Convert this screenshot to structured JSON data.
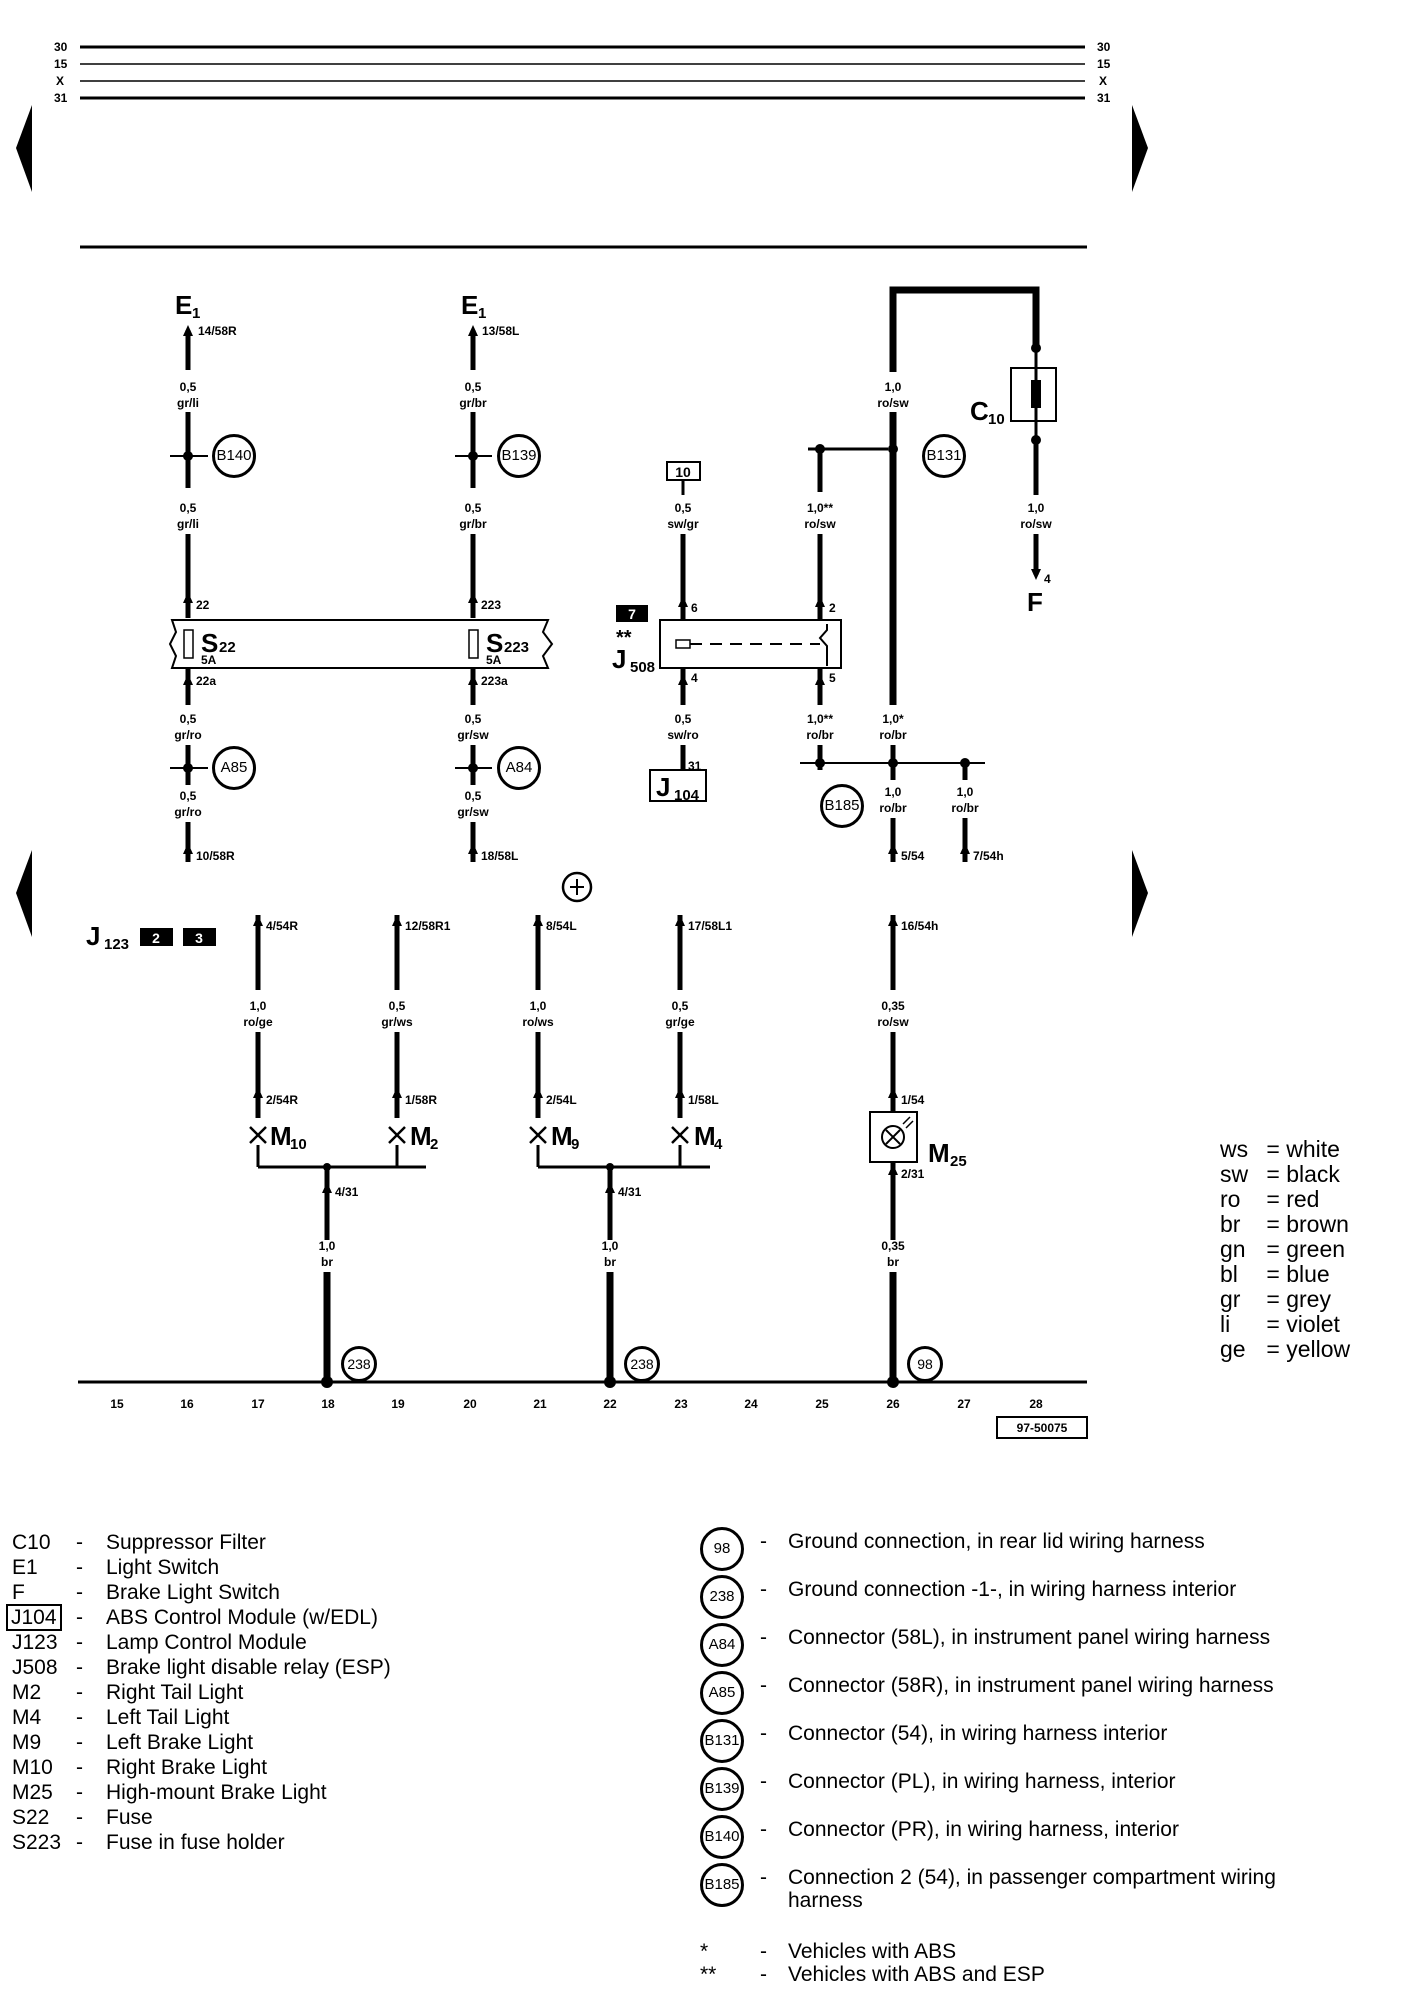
{
  "bus_labels": [
    "30",
    "15",
    "X",
    "31"
  ],
  "components": {
    "e1_a": {
      "name": "E",
      "sub": "1",
      "pin": "14/58R"
    },
    "e1_b": {
      "name": "E",
      "sub": "1",
      "pin": "13/58L"
    },
    "c10": {
      "name": "C",
      "sub": "10"
    },
    "f": {
      "name": "F",
      "pin": "4"
    },
    "s22": {
      "name": "S",
      "sub": "22",
      "rating": "5A",
      "pin_in": "22",
      "pin_out": "22a"
    },
    "s223": {
      "name": "S",
      "sub": "223",
      "rating": "5A",
      "pin_in": "223",
      "pin_out": "223a"
    },
    "j508": {
      "name": "J",
      "sub": "508",
      "marker": "**",
      "ref": "7",
      "pins": [
        "6",
        "2",
        "4",
        "5"
      ]
    },
    "j104": {
      "name": "J",
      "sub": "104",
      "pin": "31"
    },
    "j123": {
      "name": "J",
      "sub": "123",
      "refs": [
        "2",
        "3"
      ]
    },
    "ref_10": "10",
    "m10": {
      "name": "M",
      "sub": "10",
      "pin_top": "2/54R"
    },
    "m2": {
      "name": "M",
      "sub": "2",
      "pin_top": "1/58R"
    },
    "m9": {
      "name": "M",
      "sub": "9",
      "pin_top": "2/54L"
    },
    "m4": {
      "name": "M",
      "sub": "4",
      "pin_top": "1/58L"
    },
    "m25": {
      "name": "M",
      "sub": "25",
      "pin_top": "1/54",
      "pin_bottom": "2/31"
    }
  },
  "wires": {
    "w1_top": {
      "size": "0,5",
      "color": "gr/li"
    },
    "w1_mid": {
      "size": "0,5",
      "color": "gr/li"
    },
    "w1_bot": {
      "size": "0,5",
      "color": "gr/ro"
    },
    "w1_low": {
      "size": "0,5",
      "color": "gr/ro",
      "pin": "10/58R"
    },
    "w2_top": {
      "size": "0,5",
      "color": "gr/br"
    },
    "w2_mid": {
      "size": "0,5",
      "color": "gr/br"
    },
    "w2_bot": {
      "size": "0,5",
      "color": "gr/sw"
    },
    "w2_low": {
      "size": "0,5",
      "color": "gr/sw",
      "pin": "18/58L"
    },
    "w3_top": {
      "size": "0,5",
      "color": "sw/gr"
    },
    "w3_bot": {
      "size": "0,5",
      "color": "sw/ro"
    },
    "w4_top": {
      "size": "1,0**",
      "color": "ro/sw"
    },
    "w4_bot": {
      "size": "1,0**",
      "color": "ro/br"
    },
    "w5_top": {
      "size": "1,0",
      "color": "ro/sw"
    },
    "w5_bot": {
      "size": "1,0*",
      "color": "ro/br"
    },
    "w5_low": {
      "size": "1,0",
      "color": "ro/br",
      "pin": "5/54"
    },
    "w6_top": {
      "size": "1,0",
      "color": "ro/sw"
    },
    "w6_low": {
      "size": "1,0",
      "color": "ro/br",
      "pin": "7/54h"
    },
    "l1": {
      "pin": "4/54R",
      "size": "1,0",
      "color": "ro/ge"
    },
    "l2": {
      "pin": "12/58R1",
      "size": "0,5",
      "color": "gr/ws"
    },
    "l3": {
      "pin": "8/54L",
      "size": "1,0",
      "color": "ro/ws"
    },
    "l4": {
      "pin": "17/58L1",
      "size": "0,5",
      "color": "gr/ge"
    },
    "l5": {
      "pin": "16/54h",
      "size": "0,35",
      "color": "ro/sw"
    },
    "g1": {
      "pin": "4/31",
      "size": "1,0",
      "color": "br"
    },
    "g2": {
      "pin": "4/31",
      "size": "1,0",
      "color": "br"
    },
    "g3": {
      "size": "0,35",
      "color": "br"
    }
  },
  "circle_tags": {
    "b140": "B140",
    "b139": "B139",
    "b131": "B131",
    "a85": "A85",
    "a84": "A84",
    "b185": "B185",
    "g238a": "238",
    "g238b": "238",
    "g98": "98"
  },
  "track_numbers": [
    "15",
    "16",
    "17",
    "18",
    "19",
    "20",
    "21",
    "22",
    "23",
    "24",
    "25",
    "26",
    "27",
    "28"
  ],
  "diagram_code": "97-50075",
  "color_key": [
    {
      "code": "ws",
      "name": "white"
    },
    {
      "code": "sw",
      "name": "black"
    },
    {
      "code": "ro",
      "name": "red"
    },
    {
      "code": "br",
      "name": "brown"
    },
    {
      "code": "gn",
      "name": "green"
    },
    {
      "code": "bl",
      "name": "blue"
    },
    {
      "code": "gr",
      "name": "grey"
    },
    {
      "code": "li",
      "name": "violet"
    },
    {
      "code": "ge",
      "name": "yellow"
    }
  ],
  "legend_left": [
    {
      "code": "C10",
      "desc": "Suppressor Filter"
    },
    {
      "code": "E1",
      "desc": "Light Switch"
    },
    {
      "code": "F",
      "desc": "Brake Light Switch"
    },
    {
      "code": "J104",
      "desc": "ABS Control Module (w/EDL)",
      "boxed": true
    },
    {
      "code": "J123",
      "desc": "Lamp Control Module"
    },
    {
      "code": "J508",
      "desc": "Brake light disable relay (ESP)"
    },
    {
      "code": "M2",
      "desc": "Right Tail Light"
    },
    {
      "code": "M4",
      "desc": "Left Tail Light"
    },
    {
      "code": "M9",
      "desc": "Left Brake Light"
    },
    {
      "code": "M10",
      "desc": "Right Brake Light"
    },
    {
      "code": "M25",
      "desc": "High-mount Brake Light"
    },
    {
      "code": "S22",
      "desc": "Fuse"
    },
    {
      "code": "S223",
      "desc": "Fuse in fuse holder"
    }
  ],
  "legend_right": [
    {
      "tag": "98",
      "desc": "Ground connection, in rear lid wiring harness"
    },
    {
      "tag": "238",
      "desc": "Ground connection -1-, in wiring harness interior"
    },
    {
      "tag": "A84",
      "desc": "Connector (58L), in instrument panel wiring harness"
    },
    {
      "tag": "A85",
      "desc": "Connector (58R), in instrument panel wiring harness"
    },
    {
      "tag": "B131",
      "desc": "Connector (54), in wiring harness interior"
    },
    {
      "tag": "B139",
      "desc": "Connector (PL), in wiring harness, interior"
    },
    {
      "tag": "B140",
      "desc": "Connector (PR), in wiring harness, interior"
    },
    {
      "tag": "B185",
      "desc": "Connection 2 (54), in passenger compartment wiring",
      "desc2": "harness"
    }
  ],
  "footnotes": [
    {
      "mark": "*",
      "desc": "Vehicles with ABS"
    },
    {
      "mark": "**",
      "desc": "Vehicles with ABS and ESP"
    }
  ],
  "dash": "-"
}
